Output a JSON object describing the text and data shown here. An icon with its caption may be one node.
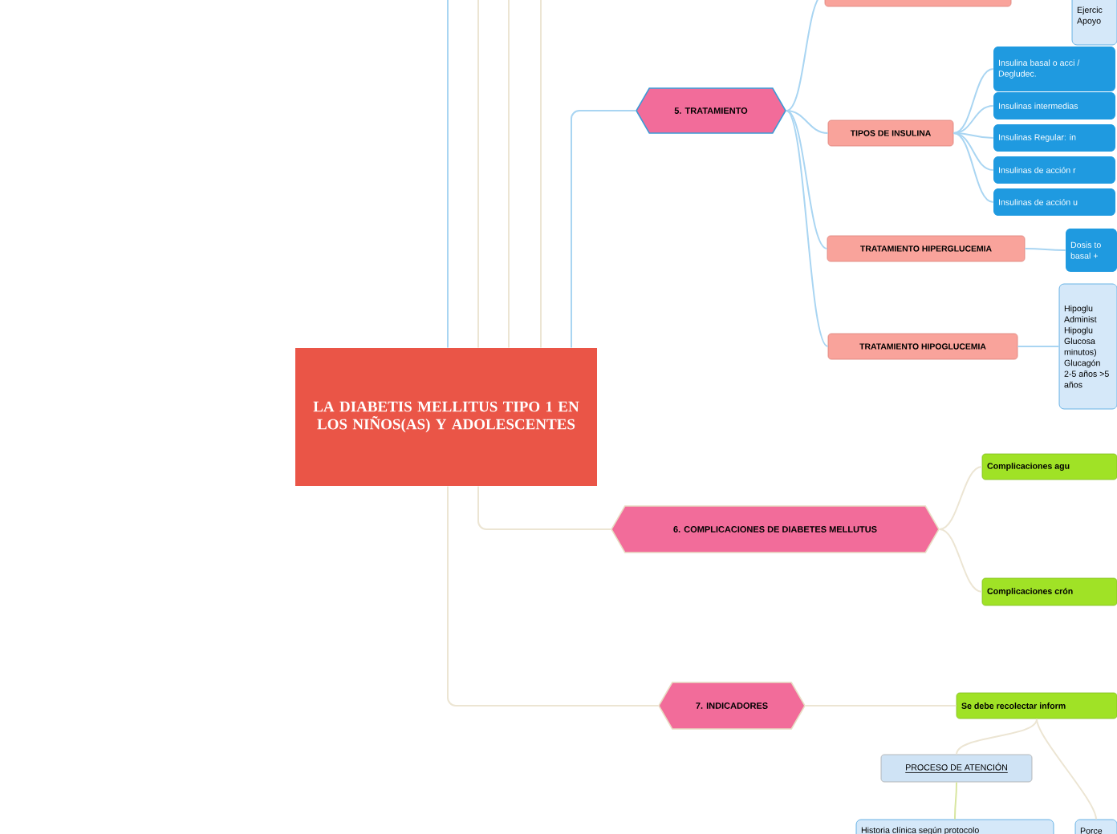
{
  "diagram": {
    "nodes": [
      {
        "text": [
          "LA DIABETIS MELLITUS TIPO 1 EN LOS NIÑOS(AS) Y ADOLESCENTES"
        ]
      },
      {
        "text": [
          "5. TRATAMIENTO"
        ]
      },
      {
        "text": [],
        "shape": "box"
      },
      {
        "text": [
          "Ejercic Apoyo"
        ]
      },
      {
        "text": [
          "TIPOS DE INSULINA"
        ]
      },
      {
        "text": [
          "Insulina basal o acci / Degludec."
        ]
      },
      {
        "text": [
          "Insulinas intermedias"
        ]
      },
      {
        "text": [
          "Insulinas Regular: in"
        ]
      },
      {
        "text": [
          "Insulinas de acción r"
        ]
      },
      {
        "text": [
          "Insulinas de acción u"
        ]
      },
      {
        "text": [
          "TRATAMIENTO HIPERGLUCEMIA"
        ]
      },
      {
        "text": [
          "Dosis to basal +"
        ]
      },
      {
        "text": [
          "TRATAMIENTO HIPOGLUCEMIA"
        ]
      },
      {
        "text": [
          "Hipoglu Administ Hipoglu Glucosa minutos) Glucagón 2-5 años >5 años"
        ]
      },
      {
        "text": [
          "6. COMPLICACIONES DE DIABETES MELLUTUS"
        ]
      },
      {
        "text": [
          "Complicaciones agu"
        ]
      },
      {
        "text": [
          "Complicaciones crón"
        ]
      },
      {
        "text": [
          "7. INDICADORES"
        ]
      },
      {
        "text": [
          "Se debe recolectar inform"
        ]
      },
      {
        "text": [
          "PROCESO DE ATENCIÓN"
        ]
      },
      {
        "text": [
          "Historia clínica según protocolo"
        ]
      },
      {
        "text": [
          "Porce"
        ]
      }
    ],
    "edges": [
      {
        "from": 0,
        "to": 1,
        "arrow": "none"
      },
      {
        "from": 1,
        "to": 2,
        "arrow": "none"
      },
      {
        "from": 1,
        "to": 4,
        "arrow": "none"
      },
      {
        "from": 1,
        "to": 10,
        "arrow": "none"
      },
      {
        "from": 1,
        "to": 12,
        "arrow": "none"
      },
      {
        "from": 4,
        "to": 5,
        "arrow": "none"
      },
      {
        "from": 4,
        "to": 6,
        "arrow": "none"
      },
      {
        "from": 4,
        "to": 7,
        "arrow": "none"
      },
      {
        "from": 4,
        "to": 8,
        "arrow": "none"
      },
      {
        "from": 4,
        "to": 9,
        "arrow": "none"
      },
      {
        "from": 10,
        "to": 11,
        "arrow": "none"
      },
      {
        "from": 12,
        "to": 13,
        "arrow": "none"
      },
      {
        "from": 0,
        "to": 14,
        "arrow": "none",
        "color": "#ece5d3"
      },
      {
        "from": 14,
        "to": 15,
        "arrow": "none",
        "color": "#ece5d3"
      },
      {
        "from": 14,
        "to": 16,
        "arrow": "none",
        "color": "#ece5d3"
      },
      {
        "from": 0,
        "to": 17,
        "arrow": "none",
        "color": "#ece5d3"
      },
      {
        "from": 17,
        "to": 18,
        "arrow": "none",
        "color": "#ece5d3"
      },
      {
        "from": 18,
        "to": 19,
        "arrow": "none",
        "color": "#ece5d3"
      },
      {
        "from": 18,
        "to": 21,
        "arrow": "none",
        "color": "#ece5d3"
      },
      {
        "from": 19,
        "to": 20,
        "arrow": "none",
        "color": "#d8e6a0"
      },
      {
        "from": 0,
        "to": null,
        "arrow": "none"
      },
      {
        "from": 0,
        "to": null,
        "arrow": "none",
        "color": "#ece5d3"
      },
      {
        "from": 0,
        "to": null,
        "arrow": "none",
        "color": "#ece5d3"
      },
      {
        "from": 0,
        "to": null,
        "arrow": "none",
        "color": "#ece5d3"
      }
    ]
  }
}
